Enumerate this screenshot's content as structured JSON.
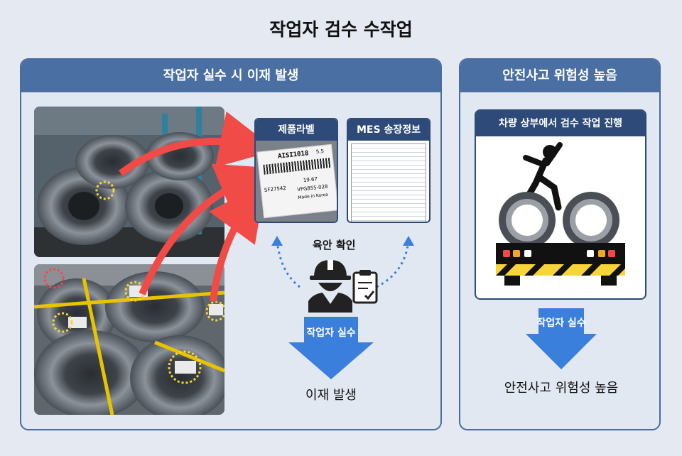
{
  "title": "작업자 검수 수작업",
  "left_panel": {
    "header": "작업자 실수 시 이재 발생",
    "card_label": "제품라벨",
    "card_mes": "MES 송장정보",
    "label_text": {
      "grade": "AISI1018",
      "size": "5.5",
      "code1": "SF27542",
      "code2": "VFG855-028",
      "weight": "19.67",
      "origin": "Made in Korea"
    },
    "check_label": "육안 확인",
    "arrow_label": "작업자 실수",
    "result": "이재 발생"
  },
  "right_panel": {
    "header": "안전사고 위험성 높음",
    "card_title": "차량 상부에서 검수 작업 진행",
    "arrow_label": "작업자 실수",
    "result": "안전사고 위험성 높음"
  },
  "colors": {
    "header_blue": "#4a6fa3",
    "dark_blue": "#2d4a78",
    "arrow_blue": "#3a7fdc",
    "red_arrow": "#f04b46",
    "yellow_highlight": "#f7d43a"
  },
  "icons": [
    "worker-helmet-icon",
    "clipboard-check-icon",
    "falling-person-icon",
    "truck-coil-icon"
  ]
}
